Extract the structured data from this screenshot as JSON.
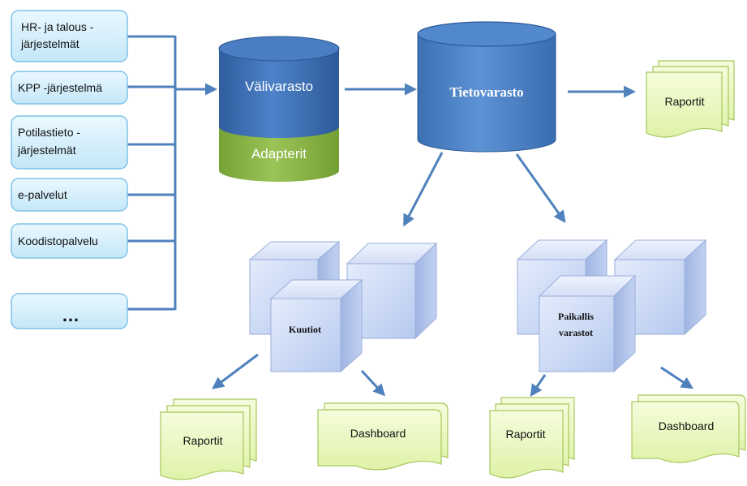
{
  "sources": [
    {
      "lines": [
        "HR- ja talous -",
        "järjestelmät"
      ]
    },
    {
      "lines": [
        "KPP -järjestelmä"
      ]
    },
    {
      "lines": [
        "Potilastieto -",
        "järjestelmät"
      ]
    },
    {
      "lines": [
        "e-palvelut"
      ]
    },
    {
      "lines": [
        "Koodistopalvelu"
      ]
    },
    {
      "lines": [
        "…"
      ]
    }
  ],
  "staging": {
    "top_label": "Välivarasto",
    "bottom_label": "Adapterit"
  },
  "warehouse": {
    "label": "Tietovarasto"
  },
  "reports_top": {
    "label": "Raportit"
  },
  "cubes_group": {
    "label": "Kuutiot"
  },
  "local_group": {
    "lines": [
      "Paikallis",
      "varastot"
    ]
  },
  "outputs": {
    "cubes_reports": "Raportit",
    "cubes_dashboard": "Dashboard",
    "local_reports": "Raportit",
    "local_dashboard": "Dashboard"
  },
  "colors": {
    "arrow": "#4f81bd",
    "source_fill": "#d4eefa",
    "source_stroke": "#7fc4e6",
    "cylinder_blue": "#3d6fb5",
    "cylinder_green": "#8bb446",
    "cube_fill": "#cfdcf7",
    "doc_fill": "#ebf7c4",
    "doc_stroke": "#a6c75c"
  }
}
